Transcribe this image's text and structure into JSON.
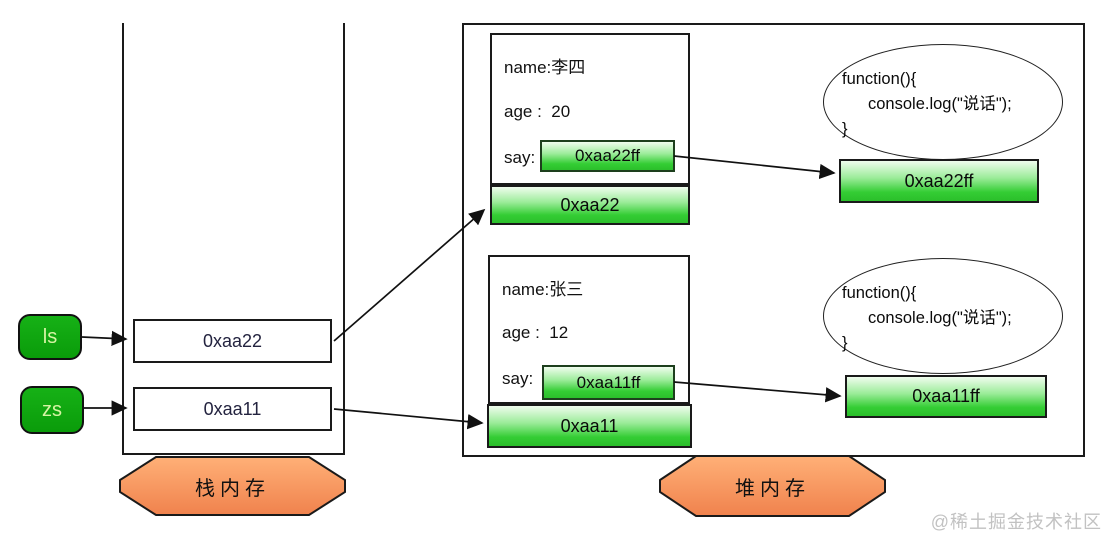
{
  "stack": {
    "label": "栈内存",
    "variables": [
      {
        "name": "ls",
        "value": "0xaa22"
      },
      {
        "name": "zs",
        "value": "0xaa11"
      }
    ]
  },
  "heap": {
    "label": "堆内存",
    "objects": [
      {
        "name_row": "name:李四",
        "age_row": "age :  20",
        "say_label": "say:",
        "say_pointer": "0xaa22ff",
        "address": "0xaa22"
      },
      {
        "name_row": "name:张三",
        "age_row": "age :  12",
        "say_label": "say:",
        "say_pointer": "0xaa11ff",
        "address": "0xaa11"
      }
    ],
    "functions": [
      {
        "code_line1": "function(){",
        "code_line2": "console.log(\"说话\");",
        "code_line3": "}",
        "address": "0xaa22ff"
      },
      {
        "code_line1": "function(){",
        "code_line2": "console.log(\"说话\");",
        "code_line3": "}",
        "address": "0xaa11ff"
      }
    ]
  },
  "watermark": "@稀土掘金技术社区",
  "colors": {
    "node_green": "#0fa80f",
    "gradient_green_top": "#f0fdee",
    "gradient_green_bottom": "#2bbf2b",
    "octagon_orange_top": "#ffb077",
    "octagon_orange_bottom": "#f0824d",
    "border": "#1a1a1a",
    "watermark_gray": "#c2c2c2"
  }
}
